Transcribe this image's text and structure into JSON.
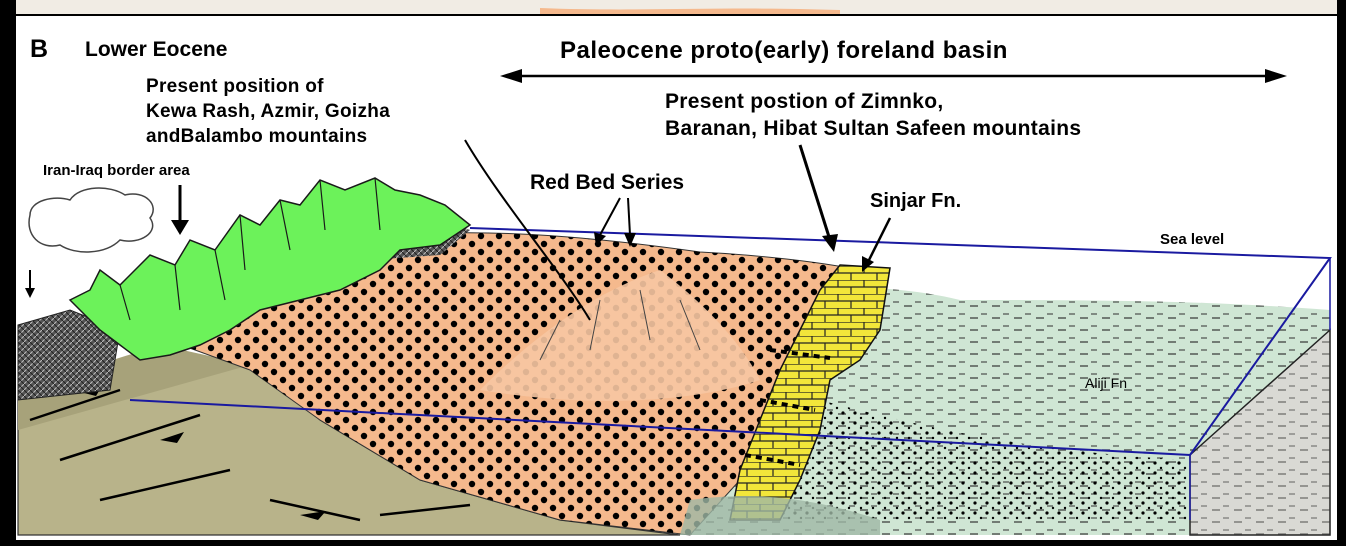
{
  "panel": {
    "letter": "B",
    "title": "Lower Eocene"
  },
  "labels": {
    "basin": "Paleocene proto(early) foreland basin",
    "present_position_1_line1": "Present position of",
    "present_position_1_line2": "Kewa Rash, Azmir, Goizha",
    "present_position_1_line3": "andBalambo mountains",
    "present_position_2_line1": "Present postion of  Zimnko,",
    "present_position_2_line2": "Baranan, Hibat Sultan Safeen  mountains",
    "border_area": "Iran-Iraq border area",
    "red_bed": "Red Bed Series",
    "sinjar": "Sinjar Fn.",
    "sea_level": "Sea level",
    "aliji": "Aliji Fn"
  },
  "colors": {
    "frame": "#000000",
    "paper": "#ffffff",
    "red_bed_fill": "#f5b98d",
    "olive_fill": "#b8b38a",
    "green_mountains": "#6cf25a",
    "sea_basin": "#cfe6d4",
    "limestone": "#f2e63a",
    "sea_level_line": "#1a1aa0",
    "hatched_rock": "#4a4a4a"
  }
}
